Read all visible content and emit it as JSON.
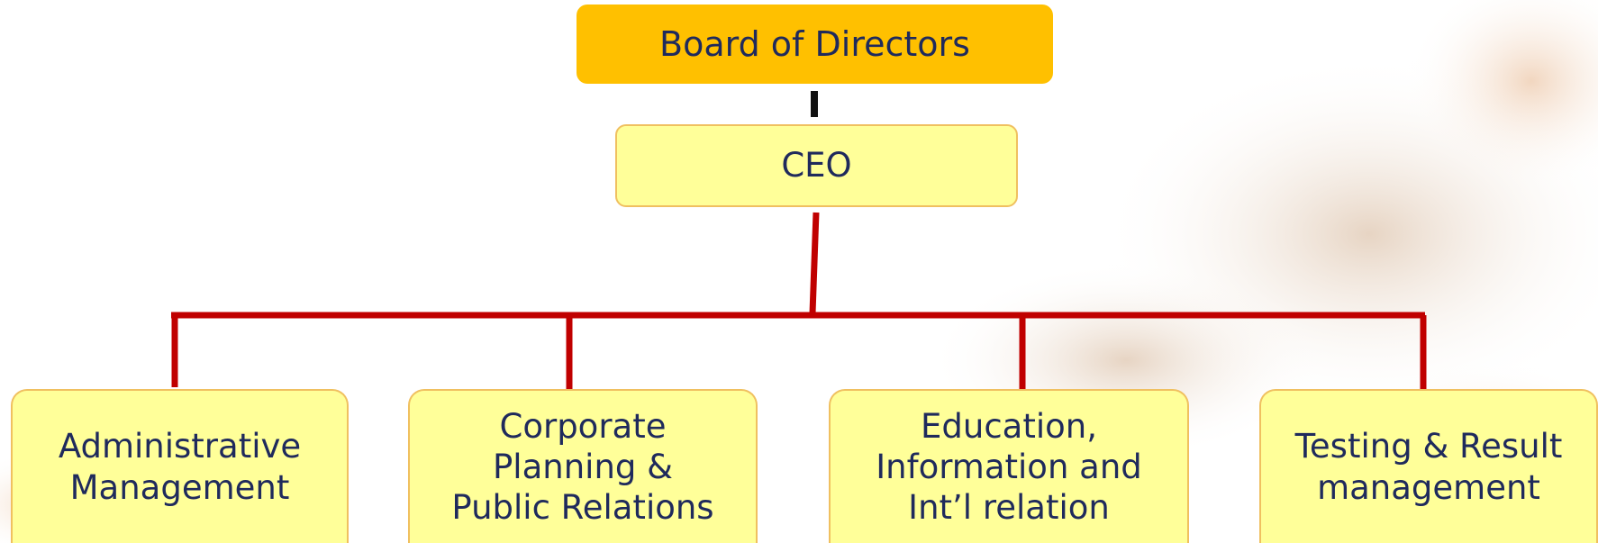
{
  "org_chart": {
    "top": "Board of Directors",
    "executive": "CEO",
    "departments": [
      "Administrative\nManagement",
      "Corporate\nPlanning &\nPublic Relations",
      "Education,\nInformation and\nInt’l relation",
      "Testing & Result\nmanagement"
    ]
  },
  "colors": {
    "top_fill": "#ffc000",
    "node_fill": "#ffff99",
    "node_border": "#f0c060",
    "connector_red": "#c00000",
    "connector_black": "#111111",
    "text": "#1f2a5c"
  }
}
